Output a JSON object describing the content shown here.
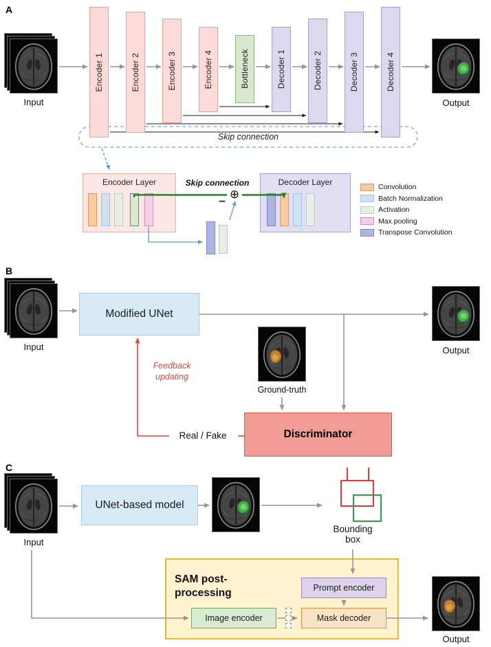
{
  "colors": {
    "flow_arrow_gray": "#969696",
    "skip_arrow_black": "#1a1a1a",
    "feedback_red": "#e8463c",
    "skip_connection_green": "#2e7d32",
    "detail_blue": "#5b9bd5",
    "dashed_box_blue": "#6fa8dc",
    "encoder_fill": "#fadbd8",
    "bottleneck_fill": "#d7e8cf",
    "decoder_fill": "#dcd8ee",
    "unet_box_fill": "#d9eaf7",
    "discriminator_fill": "#f19c94",
    "sam_box_fill": "#fdf3cf",
    "segmentation_green": "#44b04c",
    "segmentation_orange": "#c5822e"
  },
  "panel_a": {
    "label": "A",
    "input_label": "Input",
    "output_label": "Output",
    "bars": [
      {
        "label": "Encoder 1"
      },
      {
        "label": "Encoder 2"
      },
      {
        "label": "Encoder 3"
      },
      {
        "label": "Encoder 4"
      },
      {
        "label": "Bottleneck"
      },
      {
        "label": "Decoder 1"
      },
      {
        "label": "Decoder 2"
      },
      {
        "label": "Decoder 3"
      },
      {
        "label": "Decoder 4"
      }
    ],
    "skip_connection_label": "Skip connection",
    "detail": {
      "encoder_layer_title": "Encoder Layer",
      "decoder_layer_title": "Decoder Layer",
      "skip_connection_label": "Skip connection",
      "sum_symbol": "⊕",
      "minus_symbol": "−",
      "skip_bar": {
        "fill": "#d9ead3",
        "border": "#4f9e4f"
      }
    },
    "legend": [
      {
        "label": "Convolution",
        "fill": "#f9cb9c",
        "border": "#d79b5b"
      },
      {
        "label": "Batch Normalization",
        "fill": "#cfe2f3",
        "border": "#9fc5e8"
      },
      {
        "label": "Activation",
        "fill": "#e8efe8",
        "border": "#bccabc"
      },
      {
        "label": "Max pooling",
        "fill": "#f6cfe6",
        "border": "#d48cba"
      },
      {
        "label": "Transpose Convolution",
        "fill": "#aeb5e3",
        "border": "#7b86c9"
      }
    ]
  },
  "panel_b": {
    "label": "B",
    "input_label": "Input",
    "generator_label": "Modified UNet",
    "output_label": "Output",
    "ground_truth_label": "Ground-truth",
    "discriminator_label": "Discriminator",
    "real_fake_label": "Real / Fake",
    "feedback_label": "Feedback updating"
  },
  "panel_c": {
    "label": "C",
    "input_label": "Input",
    "model_label": "UNet-based model",
    "bounding_box_label": "Bounding box",
    "sam_label": "SAM post-processing",
    "prompt_encoder_label": "Prompt encoder",
    "image_encoder_label": "Image encoder",
    "mask_decoder_label": "Mask decoder",
    "output_label": "Output"
  }
}
